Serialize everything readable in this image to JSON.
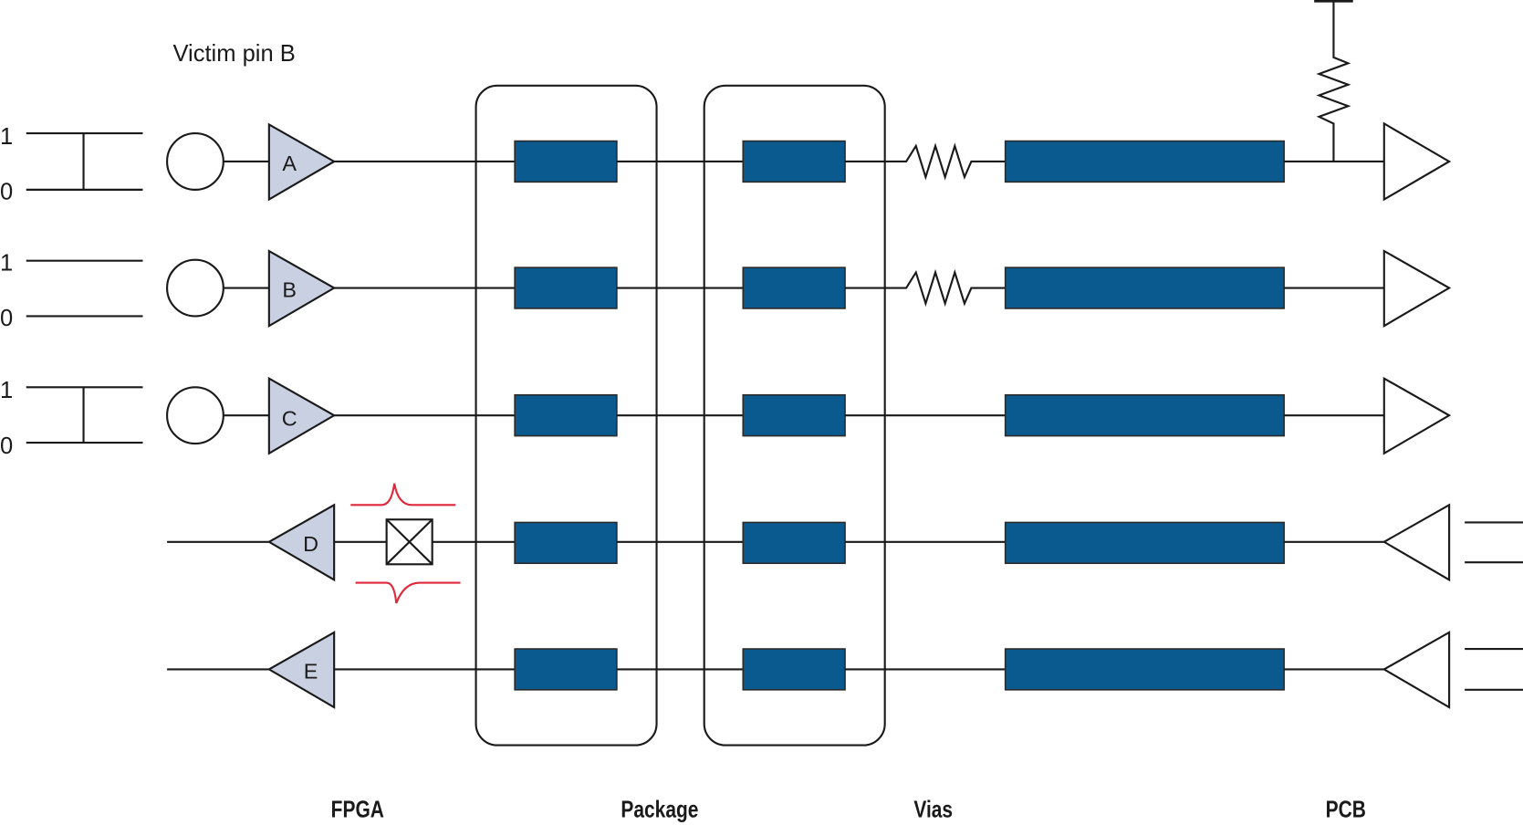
{
  "title": "Victim pin B",
  "sections": {
    "fpga": "FPGA",
    "package": "Package",
    "vias": "Vias",
    "pcb": "PCB"
  },
  "logic_levels": {
    "high": "1",
    "low": "0"
  },
  "channels": [
    {
      "id": "A",
      "direction": "output",
      "waveform": "toggling",
      "series_resistor": true,
      "pullup_resistor": true
    },
    {
      "id": "B",
      "direction": "output",
      "waveform": "static",
      "series_resistor": true,
      "pullup_resistor": false,
      "victim": true
    },
    {
      "id": "C",
      "direction": "output",
      "waveform": "toggling",
      "series_resistor": false,
      "pullup_resistor": false
    },
    {
      "id": "D",
      "direction": "input",
      "waveform": "static",
      "crosstalk_probe": true,
      "series_resistor": false
    },
    {
      "id": "E",
      "direction": "input",
      "waveform": "static",
      "series_resistor": false
    }
  ],
  "colors": {
    "trace_block": "#0a5a8f",
    "buffer_fill": "#c9d0e2",
    "glitch": "#e0283c",
    "line": "#1a1a1a"
  }
}
